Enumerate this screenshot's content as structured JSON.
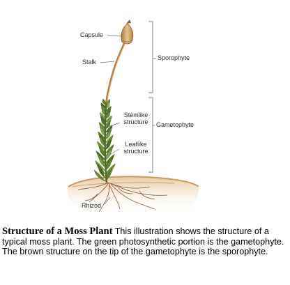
{
  "diagram": {
    "labels": {
      "capsule": "Capsule",
      "stalk": "Stalk",
      "sporophyte": "Sporophyte",
      "stemlike_line1": "Stemlike",
      "stemlike_line2": "structure",
      "gametophyte": "Gametophyte",
      "leaflike_line1": "Leaflike",
      "leaflike_line2": "structure",
      "rhizoid": "Rhizod"
    }
  },
  "caption": {
    "title": "Structure of a Moss Plant",
    "body": " This illustration shows the structure of a typical moss plant. The green photosynthetic portion is the gametophyte. The brown structure on the tip of the gametophyte is the sporophyte."
  },
  "colors": {
    "stalk": "#b67a41",
    "capsule": "#c9a46b",
    "leaf_green": "#6d8a3a",
    "soil": "#d9b58a",
    "bracket": "#9a9a9a"
  }
}
